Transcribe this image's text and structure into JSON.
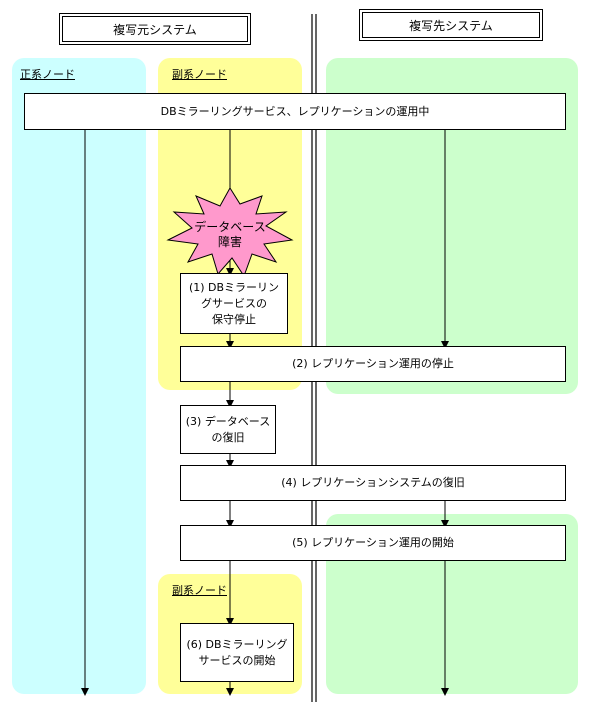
{
  "systems": {
    "source_title": "複写元システム",
    "target_title": "複写先システム"
  },
  "nodes": {
    "primary_label": "正系ノード",
    "secondary_label": "副系ノード",
    "secondary_label_2": "副系ノード"
  },
  "banner": "DBミラーリングサービス、レプリケーションの運用中",
  "failure": "データベース\n障害",
  "steps": {
    "s1": "(1) DBミラーリン\nグサービスの\n保守停止",
    "s2": "(2) レプリケーション運用の停止",
    "s3": "(3) データベース\nの復旧",
    "s4": "(4) レプリケーションシステムの復旧",
    "s5": "(5) レプリケーション運用の開始",
    "s6": "(6) DBミラーリング\nサービスの開始"
  },
  "colors": {
    "primary_panel": "#ccffff",
    "secondary_panel": "#ffff99",
    "target_panel": "#ccffcc",
    "burst": "#ff99cc"
  }
}
